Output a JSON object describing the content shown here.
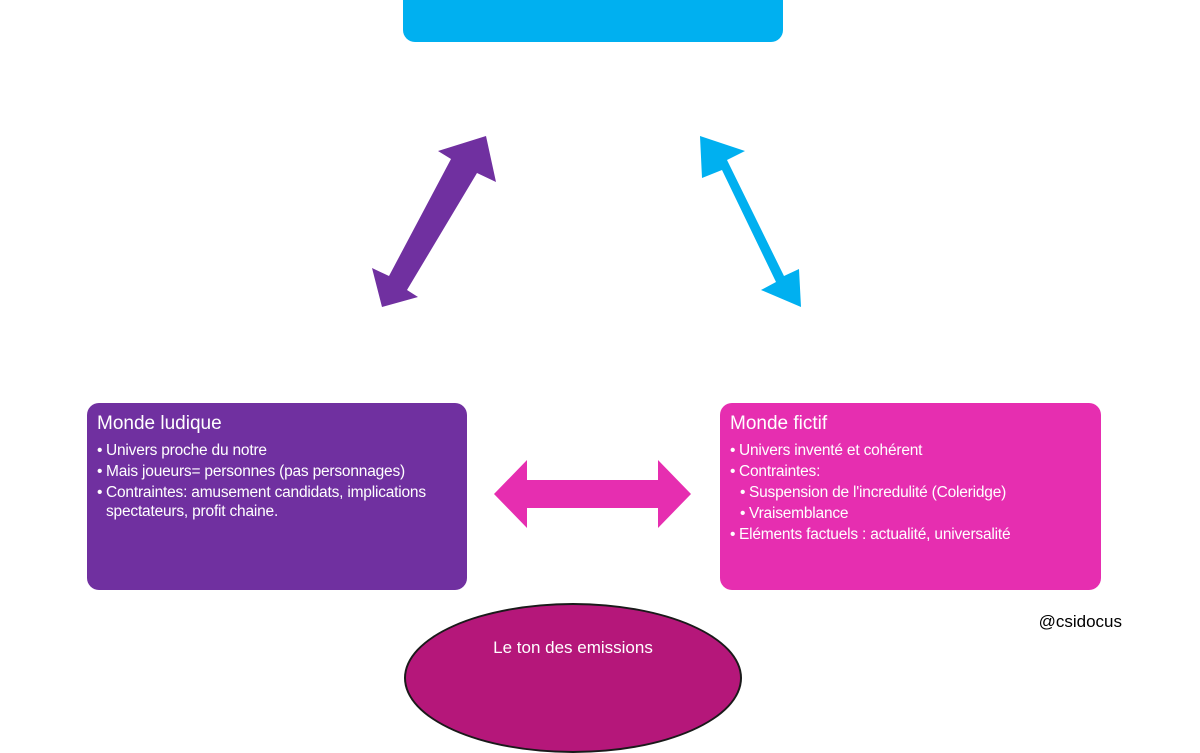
{
  "colors": {
    "top_box": "#00b0f0",
    "ludique": "#7030a0",
    "fictif": "#e62eb0",
    "ellipse": "#b5177a",
    "arrow_left": "#7030a0",
    "arrow_right": "#00b0f0",
    "arrow_bottom": "#e62eb0"
  },
  "icons": {
    "left_arrow": "double-arrow-icon",
    "right_arrow": "double-arrow-icon",
    "bottom_arrow": "double-arrow-icon"
  },
  "ludique": {
    "title": "Monde ludique",
    "items": [
      "Univers proche du notre",
      "Mais joueurs= personnes (pas personnages)",
      "Contraintes: amusement candidats, implications spectateurs, profit chaine."
    ]
  },
  "fictif": {
    "title": "Monde fictif",
    "items": [
      "Univers inventé et cohérent",
      "Contraintes:",
      "Suspension de l'incredulité (Coleridge)",
      "Vraisemblance",
      "Eléments factuels : actualité, universalité"
    ]
  },
  "handle": "@csidocus",
  "ellipse_label": "Le ton des emissions"
}
